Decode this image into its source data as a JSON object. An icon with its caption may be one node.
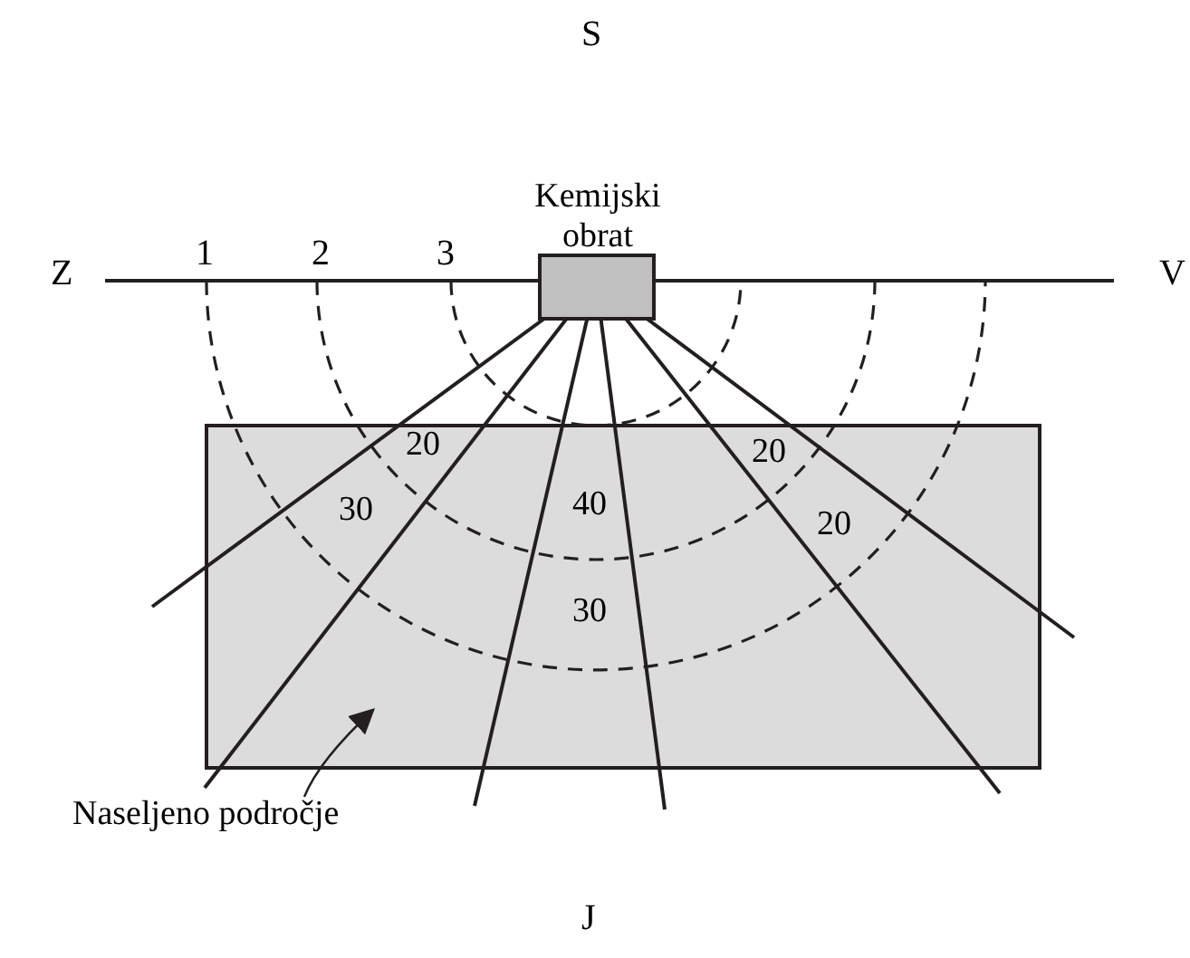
{
  "diagram": {
    "nodes": [
      {
        "text": [
          "Kemijski obrat"
        ]
      },
      {
        "text": [],
        "shape": "box"
      },
      {
        "text": [
          "Naseljeno področje"
        ]
      }
    ],
    "edges": [
      {
        "from": 2,
        "to": 1,
        "arrow": "to"
      }
    ],
    "labels": [
      "S",
      "Z",
      "1",
      "2",
      "3",
      "V",
      "20",
      "20",
      "30",
      "40",
      "20",
      "30",
      "J"
    ]
  }
}
